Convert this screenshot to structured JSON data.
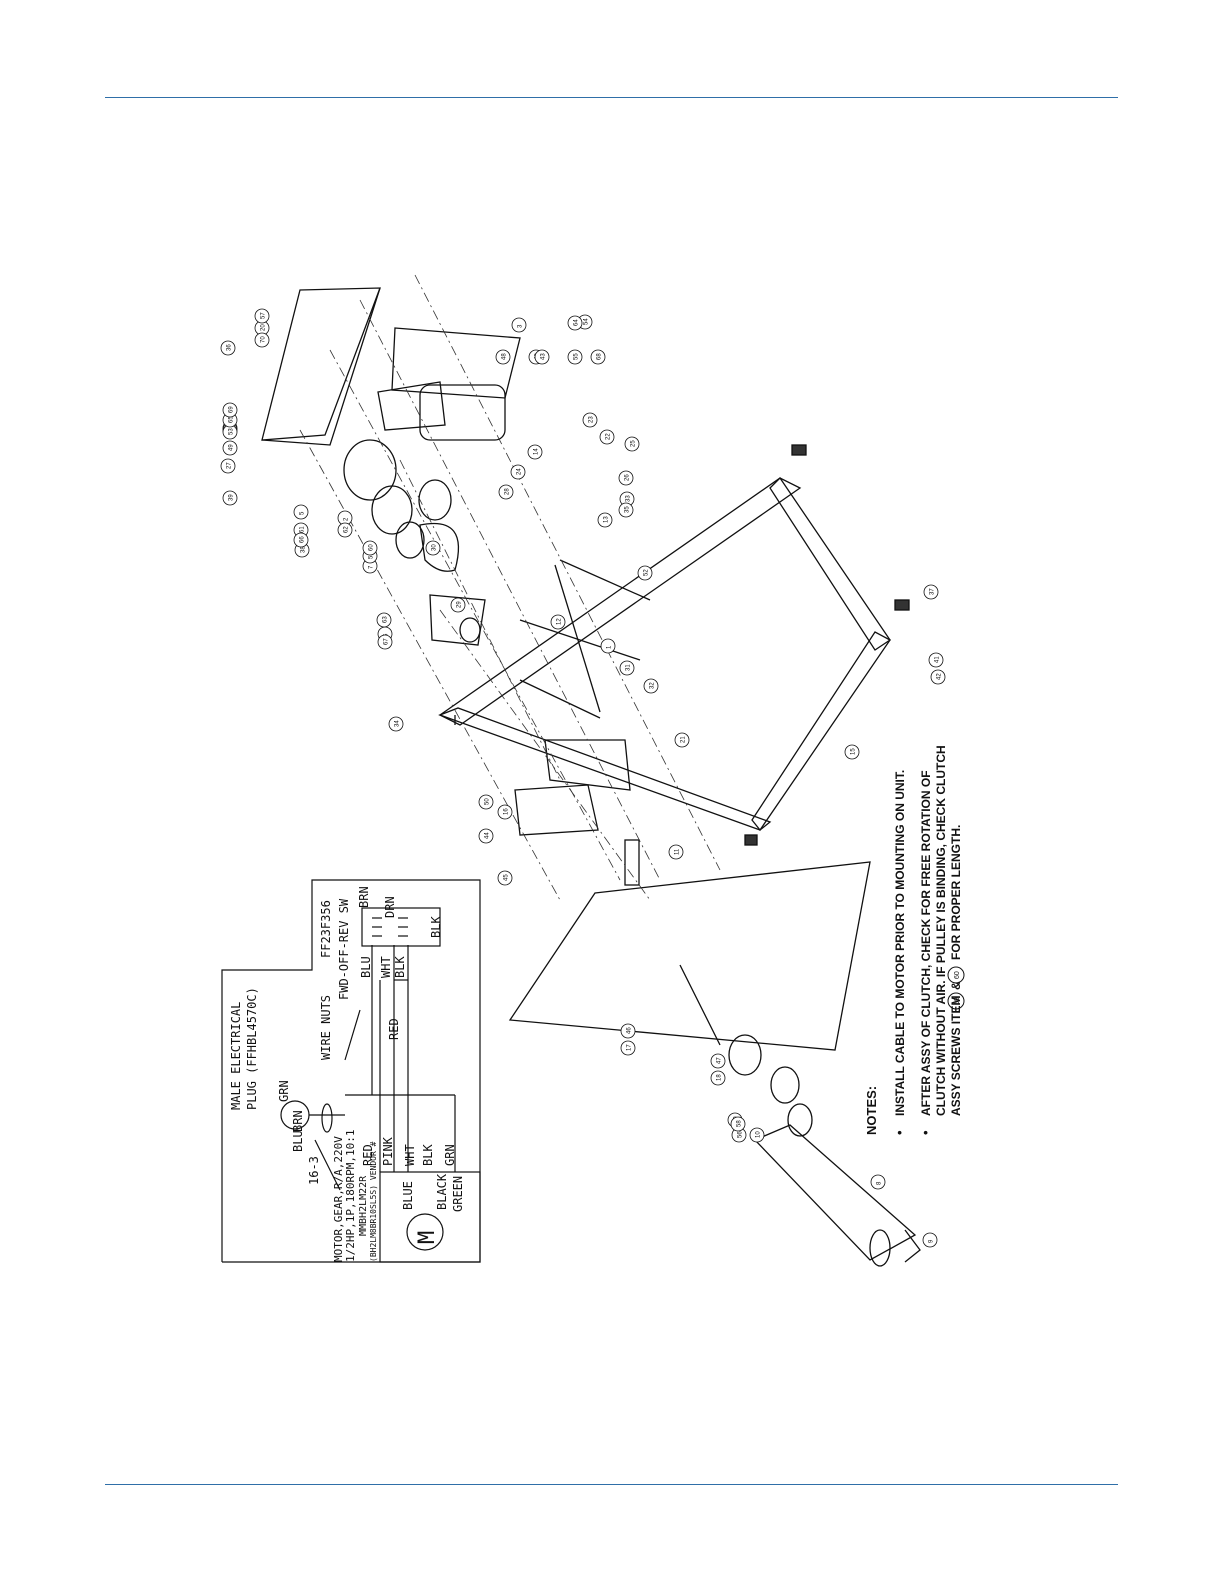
{
  "colors": {
    "rule": "#2f6fa8",
    "ink": "#111111"
  },
  "wiring": {
    "plug_line1": "MALE ELECTRICAL",
    "plug_line2": "PLUG (FFHBL4570C)",
    "wire_nuts": "WIRE NUTS",
    "switch_part": "FF23F356",
    "switch_label": "FWD-OFF-REV SW",
    "cable": "16-3",
    "motor_line1": "MOTOR,GEAR,R/A,220V",
    "motor_line2": "1/2HP,1P,180RPM,10:1",
    "motor_line3": "MMBH2LM22R",
    "motor_line4": "(BH2LM8BR10SL5S) VENDOR #",
    "motor_symbol": "M",
    "wire_labels": {
      "grn": "GRN",
      "brn": "BRN",
      "blu": "BLU",
      "wht": "WHT",
      "blk": "BLK",
      "red": "RED",
      "drn": "DRN",
      "pink": "PINK",
      "blue": "BLUE",
      "black": "BLACK",
      "green": "GREEN"
    }
  },
  "callouts": [
    "1",
    "2",
    "3",
    "4",
    "5",
    "6",
    "7",
    "8",
    "9",
    "10",
    "11",
    "12",
    "13",
    "14",
    "15",
    "16",
    "17",
    "18",
    "19",
    "20",
    "21",
    "22",
    "23",
    "24",
    "25",
    "26",
    "27",
    "28",
    "29",
    "30",
    "31",
    "32",
    "33",
    "34",
    "35",
    "36",
    "37",
    "38",
    "39",
    "40",
    "41",
    "42",
    "43",
    "44",
    "45",
    "46",
    "47",
    "48",
    "49",
    "50",
    "51",
    "52",
    "53",
    "54",
    "55",
    "56",
    "57",
    "58",
    "59",
    "60",
    "61",
    "62",
    "63",
    "64",
    "65",
    "66",
    "67",
    "68",
    "69",
    "70"
  ],
  "notes": {
    "heading": "NOTES:",
    "bullet": "•",
    "note1": "INSTALL CABLE TO MOTOR PRIOR TO MOUNTING ON UNIT.",
    "note2_line1": "AFTER ASSY OF CLUTCH, CHECK FOR FREE ROTATION OF",
    "note2_line2": "CLUTCH WITHOUT AIR. IF PULLEY IS BINDING, CHECK CLUTCH",
    "note2_line3a": "ASSY SCREWS ITEM",
    "note2_item1": "59",
    "note2_amp": "&",
    "note2_item2": "60",
    "note2_line3b": "FOR PROPER LENGTH."
  }
}
